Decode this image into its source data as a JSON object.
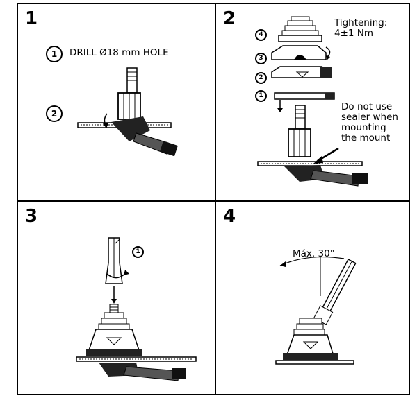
{
  "panels": [
    {
      "number": "1",
      "steps": [
        {
          "label": "1",
          "text": "DRILL Ø18 mm HOLE"
        },
        {
          "label": "2",
          "text": ""
        }
      ]
    },
    {
      "number": "2",
      "parts": [
        "4",
        "3",
        "2",
        "1"
      ],
      "tightening_text": "Tightening:\n4±1 Nm",
      "note_text": "Do not use\nsealer when\nmounting\nthe mount"
    },
    {
      "number": "3",
      "step_label": "1"
    },
    {
      "number": "4",
      "angle_text": "Máx. 30°"
    }
  ],
  "colors": {
    "ink": "#000000",
    "paper": "#ffffff",
    "gray": "#777777"
  }
}
